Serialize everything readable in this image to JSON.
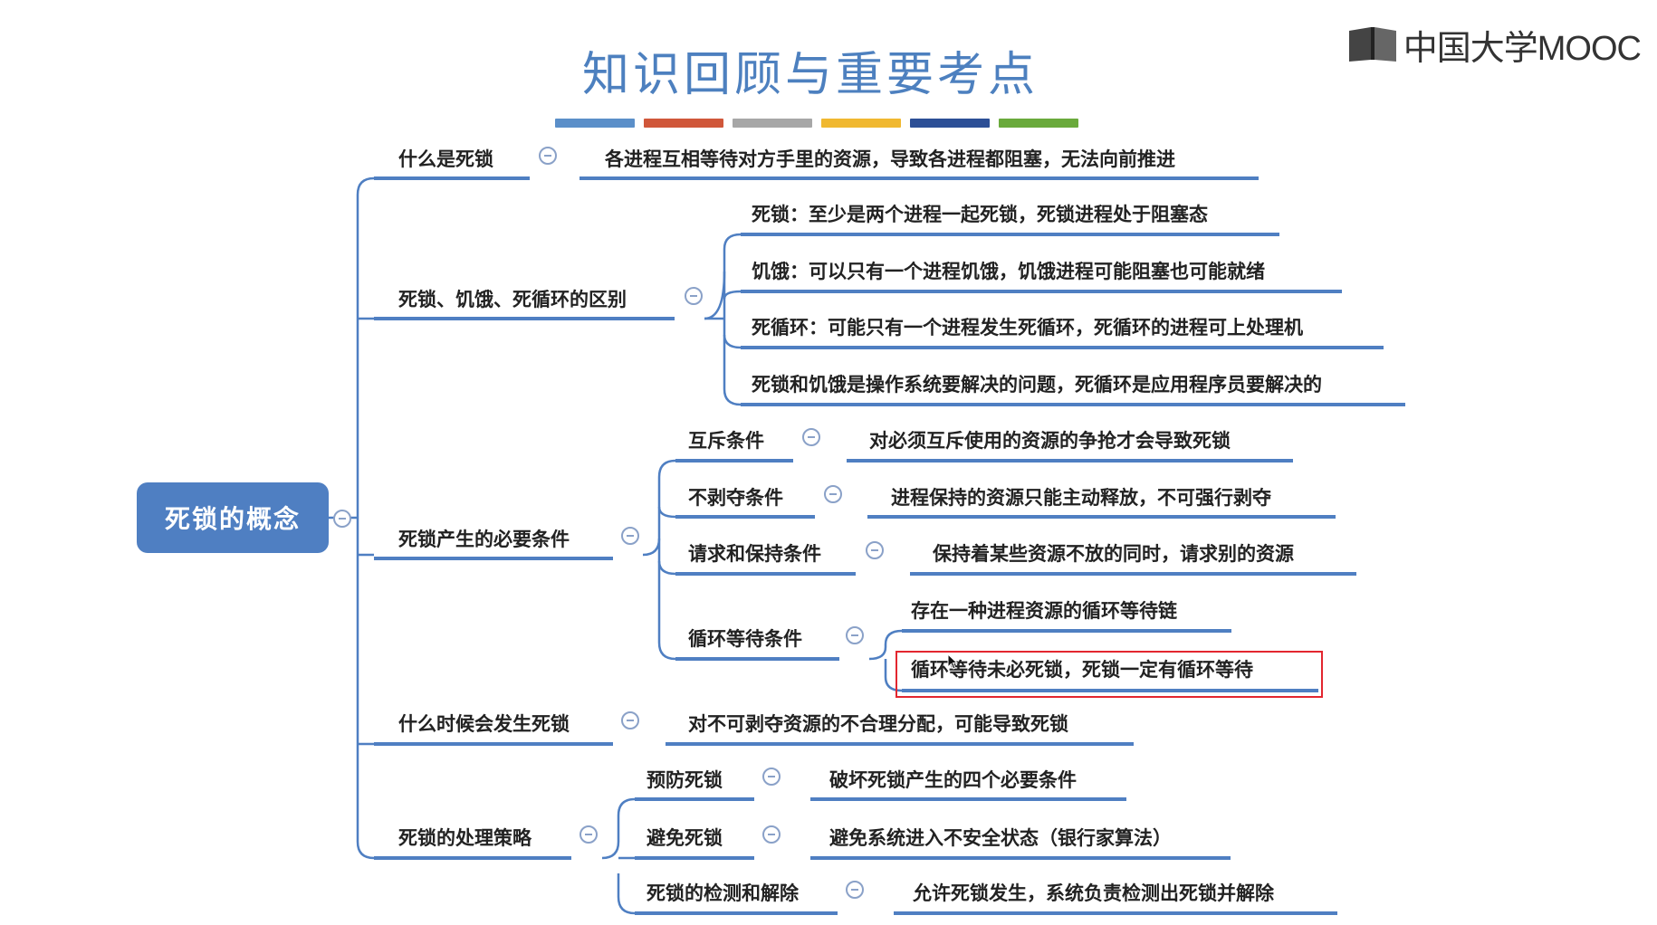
{
  "header": {
    "title": "知识回顾与重要考点",
    "accent_bar_colors": [
      "#5b8fc9",
      "#d0573a",
      "#a7a7a7",
      "#f0b830",
      "#2c4f96",
      "#6aaa3c"
    ]
  },
  "logo": {
    "text": "中国大学MOOC",
    "icon": "open-book-icon"
  },
  "mindmap": {
    "root": "死锁的概念",
    "branches": [
      {
        "label": "什么是死锁",
        "children": [
          "各进程互相等待对方手里的资源，导致各进程都阻塞，无法向前推进"
        ]
      },
      {
        "label": "死锁、饥饿、死循环的区别",
        "children": [
          "死锁：至少是两个进程一起死锁，死锁进程处于阻塞态",
          "饥饿：可以只有一个进程饥饿，饥饿进程可能阻塞也可能就绪",
          "死循环：可能只有一个进程发生死循环，死循环的进程可上处理机",
          "死锁和饥饿是操作系统要解决的问题，死循环是应用程序员要解决的"
        ]
      },
      {
        "label": "死锁产生的必要条件",
        "children": [
          {
            "label": "互斥条件",
            "detail": "对必须互斥使用的资源的争抢才会导致死锁"
          },
          {
            "label": "不剥夺条件",
            "detail": "进程保持的资源只能主动释放，不可强行剥夺"
          },
          {
            "label": "请求和保持条件",
            "detail": "保持着某些资源不放的同时，请求别的资源"
          },
          {
            "label": "循环等待条件",
            "details": [
              "存在一种进程资源的循环等待链",
              "循环等待未必死锁，死锁一定有循环等待"
            ]
          }
        ]
      },
      {
        "label": "什么时候会发生死锁",
        "children": [
          "对不可剥夺资源的不合理分配，可能导致死锁"
        ]
      },
      {
        "label": "死锁的处理策略",
        "children": [
          {
            "label": "预防死锁",
            "detail": "破坏死锁产生的四个必要条件"
          },
          {
            "label": "避免死锁",
            "detail": "避免系统进入不安全状态（银行家算法）"
          },
          {
            "label": "死锁的检测和解除",
            "detail": "允许死锁发生，系统负责检测出死锁并解除"
          }
        ]
      }
    ]
  },
  "colors": {
    "line": "#4f7fc2",
    "root_fill": "#4f7fc2",
    "highlight": "#e3262f"
  }
}
